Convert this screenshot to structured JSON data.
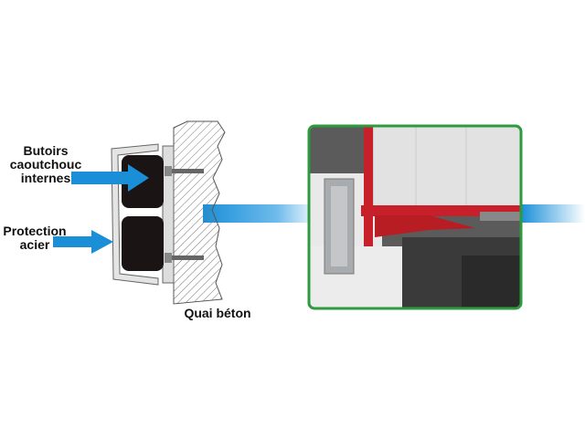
{
  "labels": {
    "rubber": "Butoirs caoutchouc internes",
    "rubber_lines": [
      "Butoirs",
      "caoutchouc",
      "internes"
    ],
    "steel_lines": [
      "Protection",
      "acier"
    ],
    "concrete": "Quai béton"
  },
  "colors": {
    "arrow": "#1a8fd8",
    "photo_border": "#2e9a3e",
    "truck_red": "#c8202a"
  }
}
